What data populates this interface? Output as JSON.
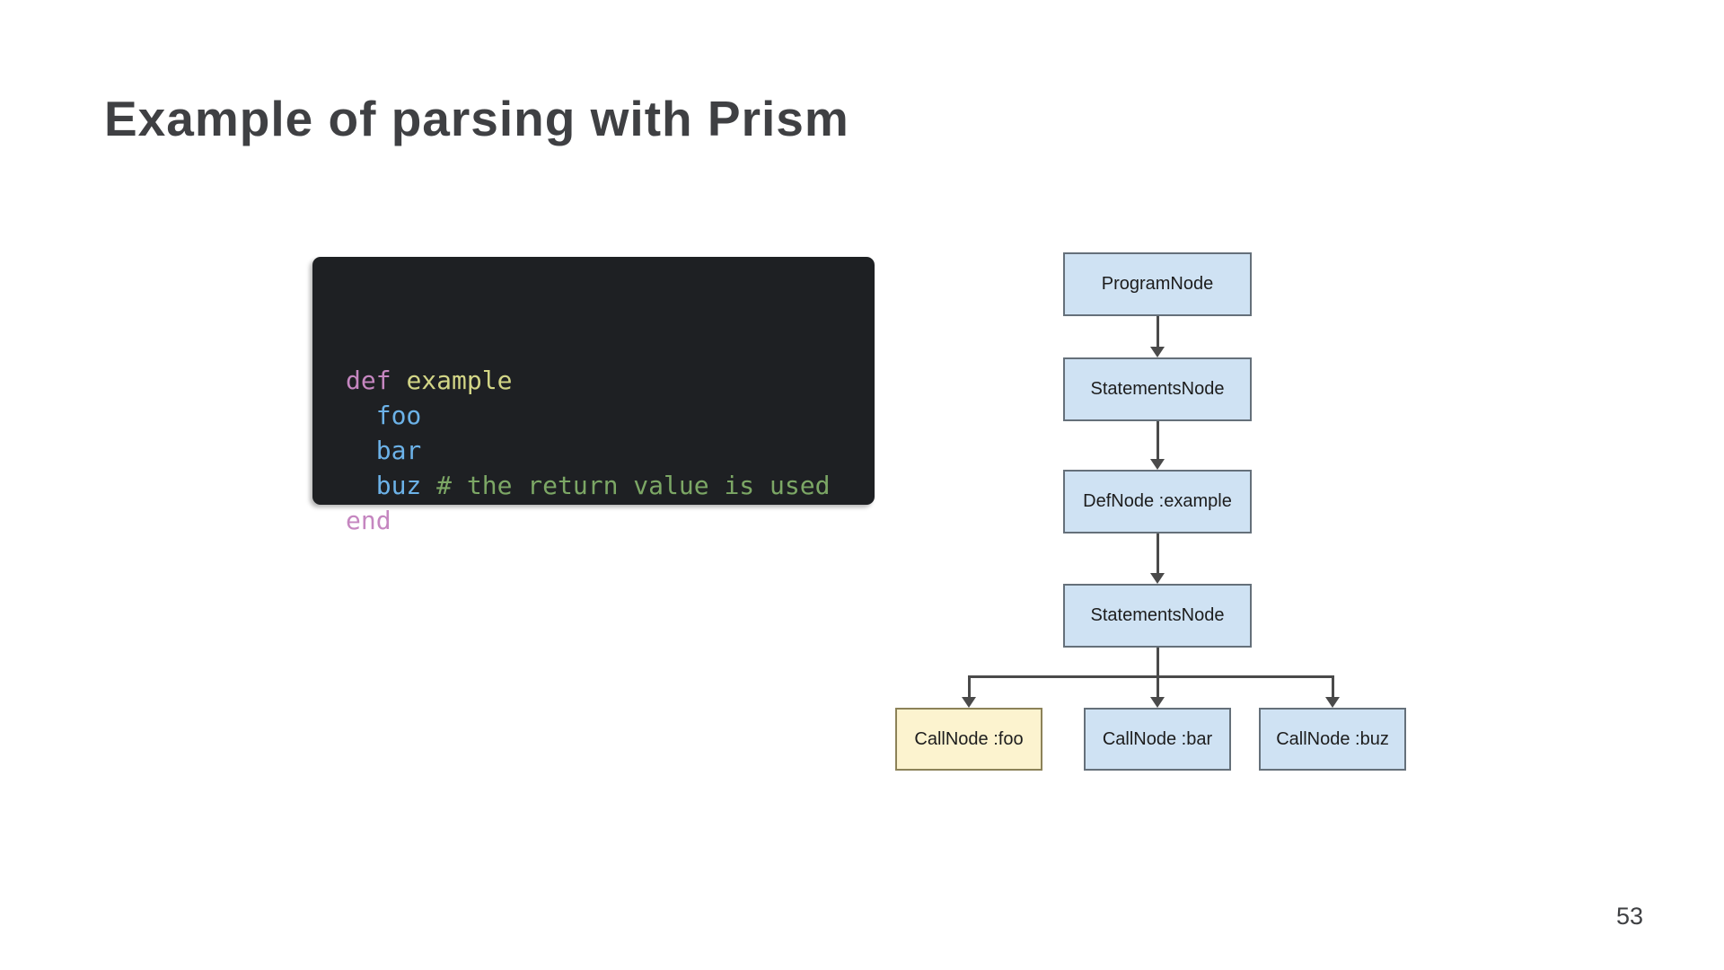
{
  "title": "Example of parsing with Prism",
  "page_number": "53",
  "code": {
    "background": "#1E2023",
    "palette": {
      "keyword": "#C586C0",
      "method": "#D2D586",
      "call": "#6CB2E8",
      "comment": "#7CA765"
    },
    "lines": [
      [
        {
          "text": "def ",
          "color": "keyword"
        },
        {
          "text": "example",
          "color": "method"
        }
      ],
      [
        {
          "text": "  foo",
          "color": "call"
        }
      ],
      [
        {
          "text": "  bar",
          "color": "call"
        }
      ],
      [
        {
          "text": "  buz ",
          "color": "call"
        },
        {
          "text": "# the return value is used",
          "color": "comment"
        }
      ],
      [
        {
          "text": "end",
          "color": "keyword"
        }
      ]
    ]
  },
  "tree": {
    "node_fill": "#CFE2F3",
    "node_border": "#65707A",
    "connector_color": "#4A4A4A",
    "chain": [
      {
        "label": "ProgramNode"
      },
      {
        "label": "StatementsNode"
      },
      {
        "label": "DefNode :example"
      },
      {
        "label": "StatementsNode"
      }
    ],
    "children": [
      {
        "label": "CallNode :foo",
        "fill": "#FCF3CF",
        "border": "#8C8258"
      },
      {
        "label": "CallNode :bar",
        "fill": "#CFE2F3",
        "border": "#65707A"
      },
      {
        "label": "CallNode :buz",
        "fill": "#CFE2F3",
        "border": "#65707A"
      }
    ]
  }
}
